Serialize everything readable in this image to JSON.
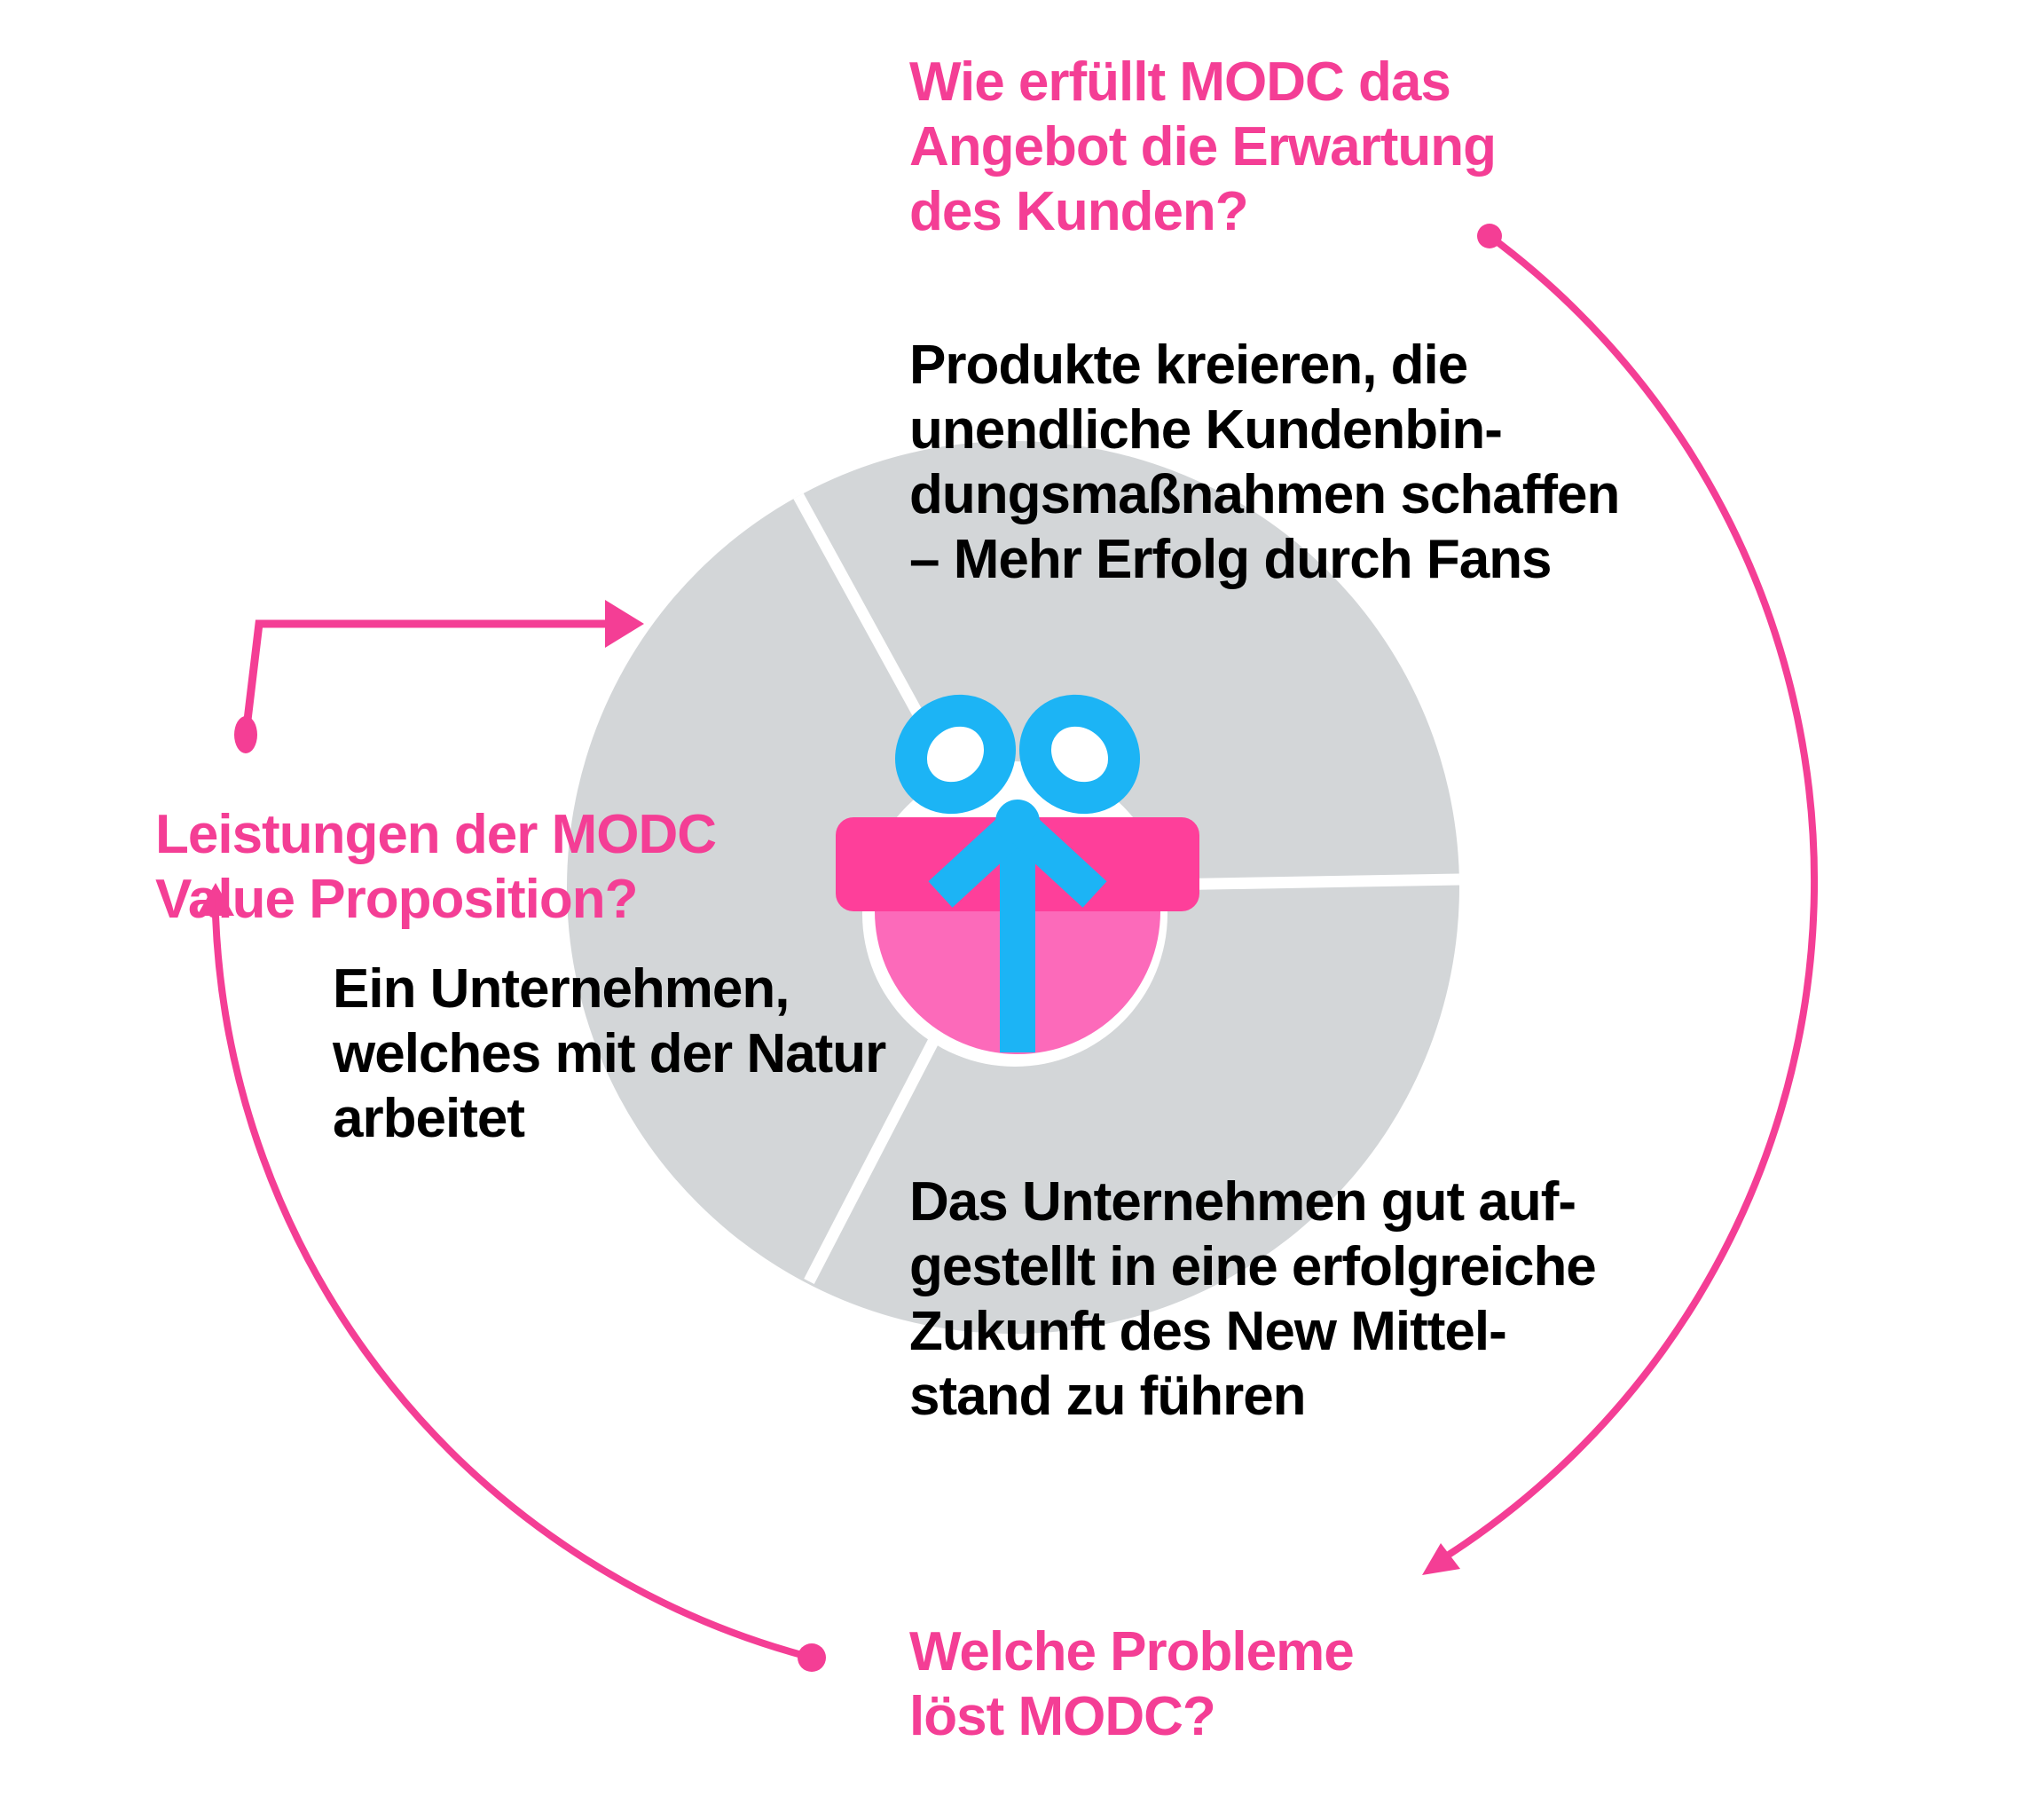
{
  "colors": {
    "accent_pink": "#F43E95",
    "gift_lid_pink": "#FE3F9A",
    "gift_body_pink": "#FC6ABA",
    "ribbon_blue": "#1CB4F5",
    "circle_gray": "#D3D6D8",
    "text_black": "#000000",
    "background": "#FFFFFF"
  },
  "icons": {
    "center_icon": "gift-icon"
  },
  "annotations": {
    "top_right_question": {
      "lines": [
        "Wie erfüllt MODC das",
        "Angebot die Erwartung",
        "des Kunden?"
      ]
    },
    "top_right_statement": {
      "lines": [
        "Produkte kreieren, die",
        "unendliche Kundenbin-",
        "dungsmaßnahmen schaffen",
        "– Mehr Erfolg durch Fans"
      ]
    },
    "left_question": {
      "lines": [
        "Leistungen der MODC",
        "Value Proposition?"
      ]
    },
    "left_statement": {
      "lines": [
        "Ein Unternehmen,",
        "welches mit der Natur",
        "arbeitet"
      ]
    },
    "bottom_statement": {
      "lines": [
        "Das Unternehmen gut auf-",
        "gestellt in eine erfolgreiche",
        "Zukunft des New Mittel-",
        "stand zu führen"
      ]
    },
    "bottom_question": {
      "lines": [
        "Welche Probleme",
        "löst MODC?"
      ]
    }
  }
}
